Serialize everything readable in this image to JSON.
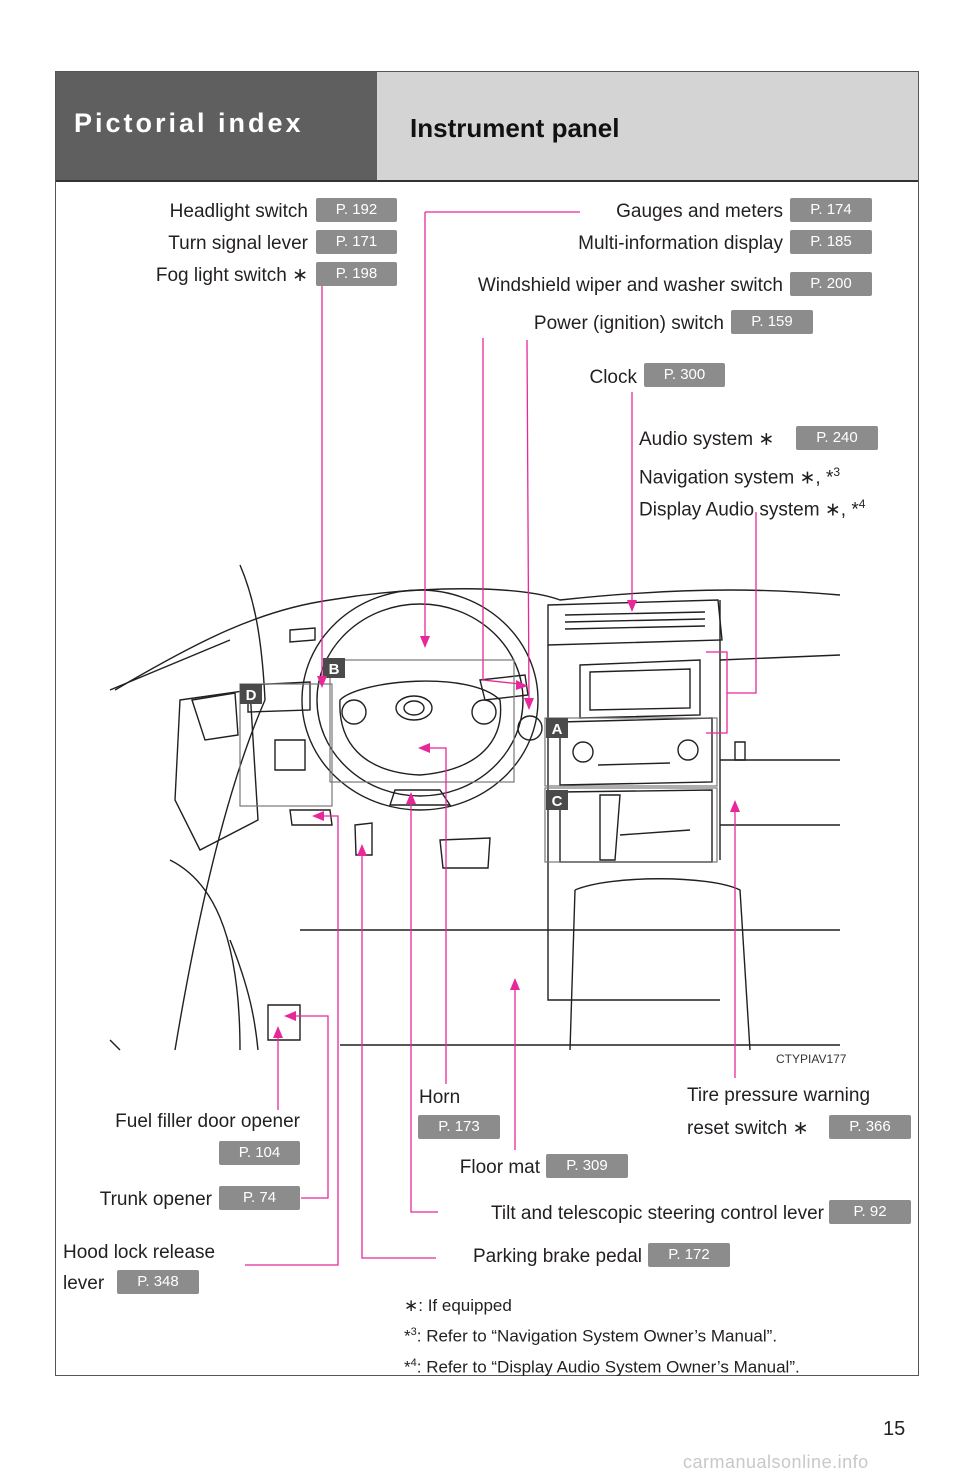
{
  "header": {
    "section": "Pictorial index",
    "title": "Instrument panel"
  },
  "labels": {
    "headlight": {
      "text": "Headlight switch",
      "page": "P. 192"
    },
    "turn_signal": {
      "text": "Turn signal lever",
      "page": "P. 171"
    },
    "fog_light": {
      "text": "Fog light switch ∗",
      "page": "P. 198"
    },
    "gauges": {
      "text": "Gauges and meters",
      "page": "P. 174"
    },
    "multi_info": {
      "text": "Multi-information display",
      "page": "P. 185"
    },
    "wiper": {
      "text": "Windshield wiper and washer switch",
      "page": "P. 200"
    },
    "power": {
      "text": "Power (ignition) switch",
      "page": "P. 159"
    },
    "clock": {
      "text": "Clock",
      "page": "P. 300"
    },
    "audio": {
      "text": "Audio system ∗",
      "page": "P. 240"
    },
    "navigation": {
      "text": "Navigation system ∗, *",
      "sup": "3"
    },
    "display_audio": {
      "text": "Display Audio system ∗, *",
      "sup": "4"
    },
    "fuel_filler": {
      "text": "Fuel filler door opener",
      "page": "P. 104"
    },
    "trunk": {
      "text": "Trunk opener",
      "page": "P. 74"
    },
    "hood_line1": "Hood lock release",
    "hood_line2": "lever",
    "hood_page": "P. 348",
    "horn": {
      "text": "Horn",
      "page": "P. 173"
    },
    "floor_mat": {
      "text": "Floor mat",
      "page": "P. 309"
    },
    "tilt": {
      "text": "Tilt and telescopic steering control lever",
      "page": "P. 92"
    },
    "parking_brake": {
      "text": "Parking brake pedal",
      "page": "P. 172"
    },
    "tire_line1": "Tire pressure warning",
    "tire_line2": "reset switch ∗",
    "tire_page": "P. 366"
  },
  "callouts": {
    "a": "A",
    "b": "B",
    "c": "C",
    "d": "D"
  },
  "image_code": "CTYPIAV177",
  "notes": {
    "n1": "∗: If equipped",
    "n2_prefix": "*",
    "n2_sup": "3",
    "n2_text": ": Refer to “Navigation System Owner’s Manual”.",
    "n3_prefix": "*",
    "n3_sup": "4",
    "n3_text": ": Refer to “Display Audio System Owner’s Manual”."
  },
  "page_number": "15",
  "watermark": "carmanualsonline.info",
  "colors": {
    "leader": "#e8289a",
    "badge": "#8c8c8c",
    "header_dark": "#5f5f5f",
    "header_light": "#d4d4d4"
  }
}
